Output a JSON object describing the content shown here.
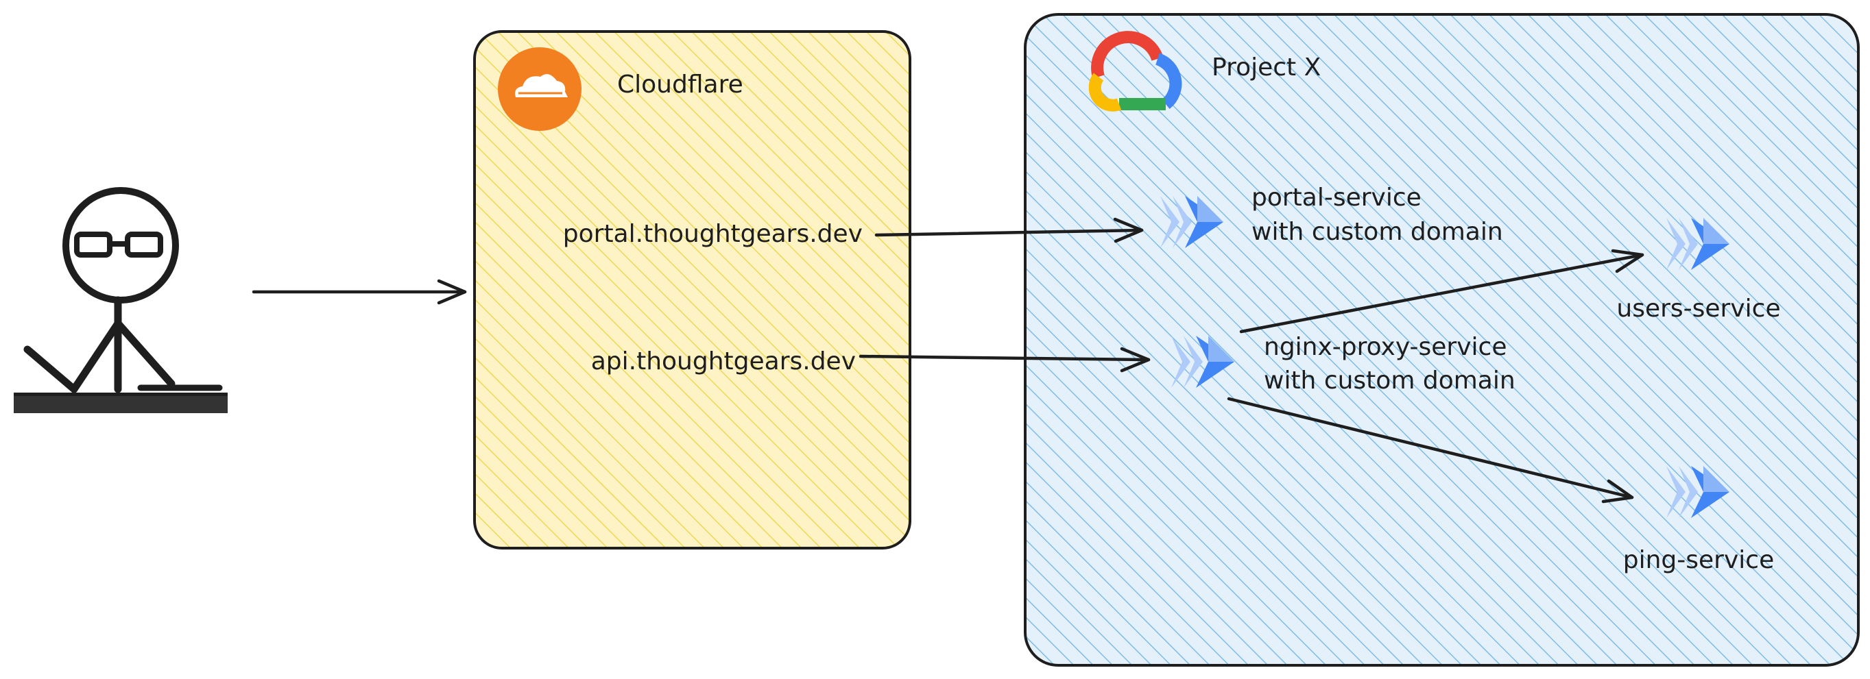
{
  "colors": {
    "stroke": "#1e1e1e",
    "cloudflare_fill": "#fdf3c4",
    "cloudflare_hatch": "#f0d755",
    "cloudflare_brand": "#f38020",
    "gcp_fill": "#e4f1fb",
    "gcp_hatch": "#7fbce8",
    "cloud_run_dark": "#4285f4",
    "cloud_run_light": "#aecbfa",
    "gcp_red": "#ea4335",
    "gcp_yellow": "#fbbc04",
    "gcp_green": "#34a853",
    "gcp_blue": "#4285f4"
  },
  "user": {
    "icon": "person-at-laptop-icon"
  },
  "cloudflare": {
    "title": "Cloudflare",
    "logo": "cloudflare-logo-icon",
    "domains": {
      "portal": "portal.thoughtgears.dev",
      "api": "api.thoughtgears.dev"
    }
  },
  "project": {
    "title": "Project X",
    "logo": "google-cloud-logo-icon",
    "services": {
      "portal": {
        "line1": "portal-service",
        "line2": "with custom domain",
        "icon": "cloud-run-icon"
      },
      "nginx": {
        "line1": "nginx-proxy-service",
        "line2": "with custom domain",
        "icon": "cloud-run-icon"
      },
      "users": {
        "label": "users-service",
        "icon": "cloud-run-icon"
      },
      "ping": {
        "label": "ping-service",
        "icon": "cloud-run-icon"
      }
    }
  }
}
